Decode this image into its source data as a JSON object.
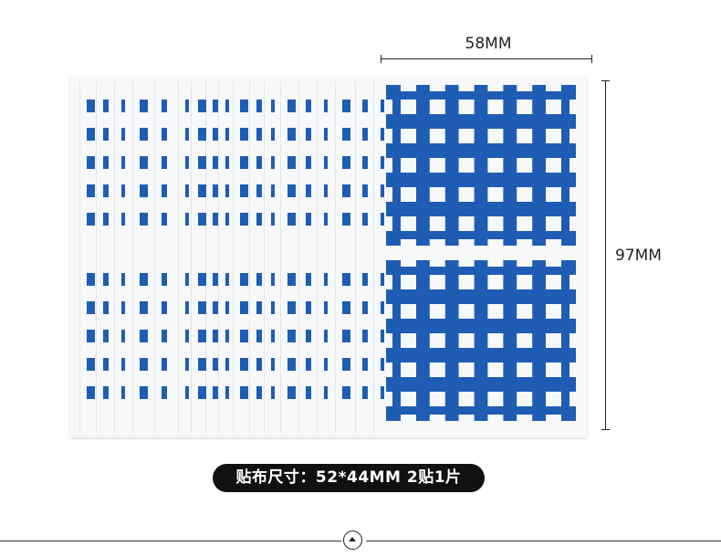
{
  "dimensions": {
    "width_label": "58MM",
    "height_label": "97MM"
  },
  "caption": "贴布尺寸：52*44MM  2贴1片",
  "colors": {
    "tape": "#1f5db5",
    "sheet": "#f7f8fa",
    "caption_bg": "#111111"
  },
  "nav": {
    "icon": "chevron-up-icon"
  }
}
